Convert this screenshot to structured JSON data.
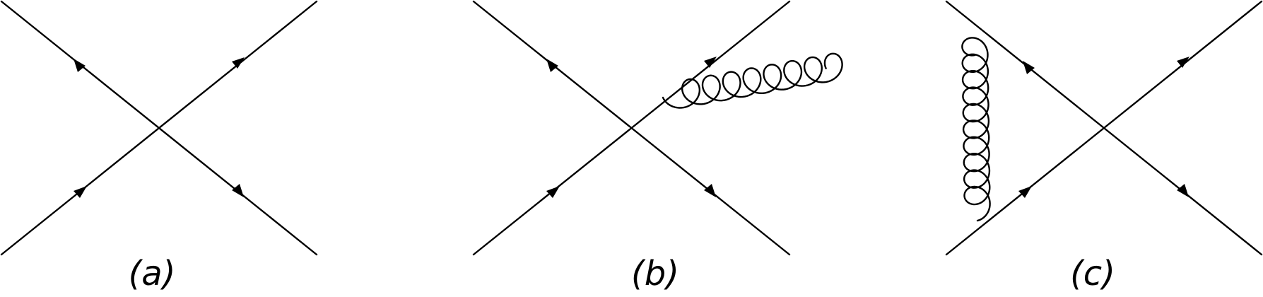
{
  "panels": [
    {
      "label": "(a)",
      "gluon": "none"
    },
    {
      "label": "(b)",
      "gluon": "emitted-from-outgoing-leg"
    },
    {
      "label": "(c)",
      "gluon": "exchanged-between-left-legs"
    }
  ],
  "colors": {
    "line": "#000000",
    "background": "#ffffff"
  }
}
